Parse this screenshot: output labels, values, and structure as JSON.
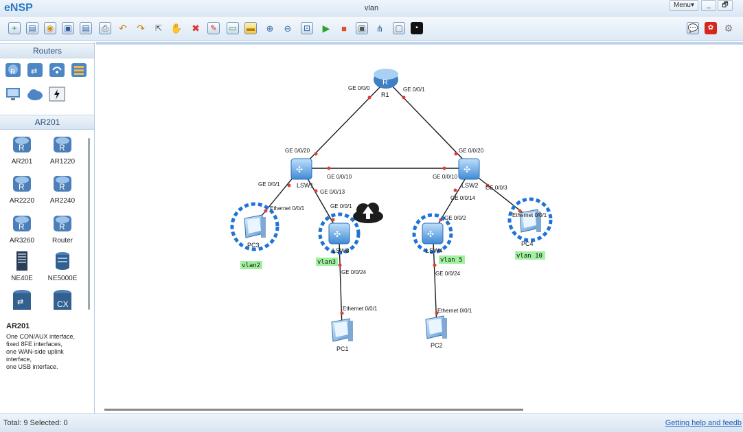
{
  "app": {
    "logo": "eNSP",
    "window_title": "vlan"
  },
  "window_controls": {
    "menu": "Menu▾",
    "minimize": "_",
    "restore": "🗗"
  },
  "left_panel": {
    "routers_header": "Routers",
    "model_header": "AR201",
    "devices": [
      "AR201",
      "AR1220",
      "AR2220",
      "AR2240",
      "AR3260",
      "Router",
      "NE40E",
      "NE5000E"
    ],
    "info_title": "AR201",
    "info_text": "One CON/AUX interface,\nfixed 8FE interfaces,\none WAN-side uplink\ninterface,\none USB interface."
  },
  "topology": {
    "nodes": {
      "r1": "R1",
      "lsw1": "LSW1",
      "lsw2": "LSW2",
      "lsw3": "LSW3",
      "lsw4": "LSW4",
      "pc1": "PC1",
      "pc2": "PC2",
      "pc3": "PC3",
      "pc4": "PC4"
    },
    "ports": {
      "r1_a": "GE 0/0/0",
      "r1_b": "GE 0/0/1",
      "lsw1_up": "GE 0/0/20",
      "lsw2_up": "GE 0/0/20",
      "lsw1_trunk": "GE 0/0/10",
      "lsw2_trunk": "GE 0/0/10",
      "lsw1_pc3": "GE 0/0/1",
      "lsw1_lsw3": "GE 0/0/13",
      "pc3_eth": "Ethernet 0/0/1",
      "lsw3_up": "GE 0/0/1",
      "lsw2_lsw4": "GE 0/0/14",
      "lsw2_pc4": "GE 0/0/3",
      "lsw4_up": "GE 0/0/2",
      "pc4_eth": "Ethernet 0/0/1",
      "lsw3_down": "GE 0/0/24",
      "pc1_eth": "Ethernet 0/0/1",
      "lsw4_down": "GE 0/0/24",
      "pc2_eth": "Ethernet 0/0/1"
    },
    "vlans": {
      "pc3": "vlan2",
      "lsw3": "vlan3",
      "lsw4": "vlan 5",
      "pc4": "vlan 10"
    },
    "colors": {
      "vlan_bg": "#9ff09f",
      "ring": "#1f73d6",
      "port_dot": "#e23b3b",
      "link": "#1a1a1a"
    }
  },
  "statusbar": {
    "status": "Total: 9  Selected: 0",
    "help": "Getting help and feedb"
  },
  "icons": [
    "new-topology-icon",
    "open-icon",
    "save-icon",
    "undo-icon",
    "redo-icon",
    "select-icon",
    "pan-icon",
    "delete-icon",
    "text-icon",
    "zoom-in-icon",
    "zoom-out-icon",
    "start-icon",
    "stop-icon",
    "capture-icon",
    "chat-icon",
    "huawei-icon",
    "settings-icon",
    "upload-cloud-icon"
  ]
}
